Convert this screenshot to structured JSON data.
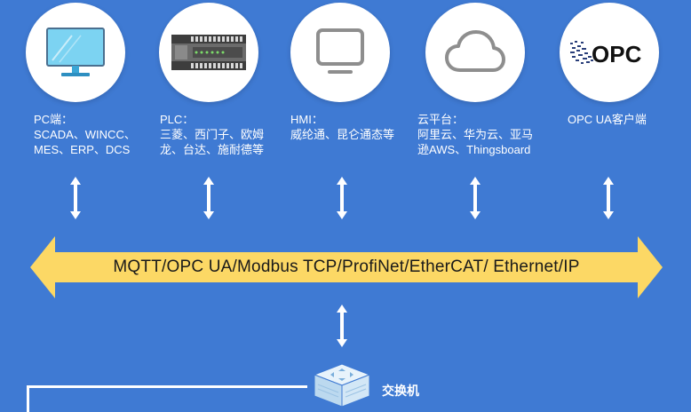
{
  "nodes": [
    {
      "name": "pc",
      "icon": "monitor-icon",
      "label": "PC端：\nSCADA、WINCC、\nMES、ERP、DCS"
    },
    {
      "name": "plc",
      "icon": "plc-device-icon",
      "label": "PLC：\n三菱、西门子、欧姆\n龙、台达、施耐德等"
    },
    {
      "name": "hmi",
      "icon": "screen-icon",
      "label": "HMI：\n威纶通、昆仑通态等"
    },
    {
      "name": "cloud",
      "icon": "cloud-icon",
      "label": "云平台：\n阿里云、华为云、亚马\n逊AWS、Thingsboard"
    },
    {
      "name": "opc",
      "icon": "opc-logo-icon",
      "label": "OPC  UA客户端",
      "logo_text": "OPC"
    }
  ],
  "band": {
    "text": "MQTT/OPC UA/Modbus TCP/ProfiNet/EtherCAT/ Ethernet/IP"
  },
  "switch": {
    "label": "交换机"
  },
  "colors": {
    "background": "#3f7ad3",
    "band": "#fcd865",
    "band_body": "#fbd760",
    "arrow": "#ffffff",
    "text_dark": "#1a1a1a"
  }
}
